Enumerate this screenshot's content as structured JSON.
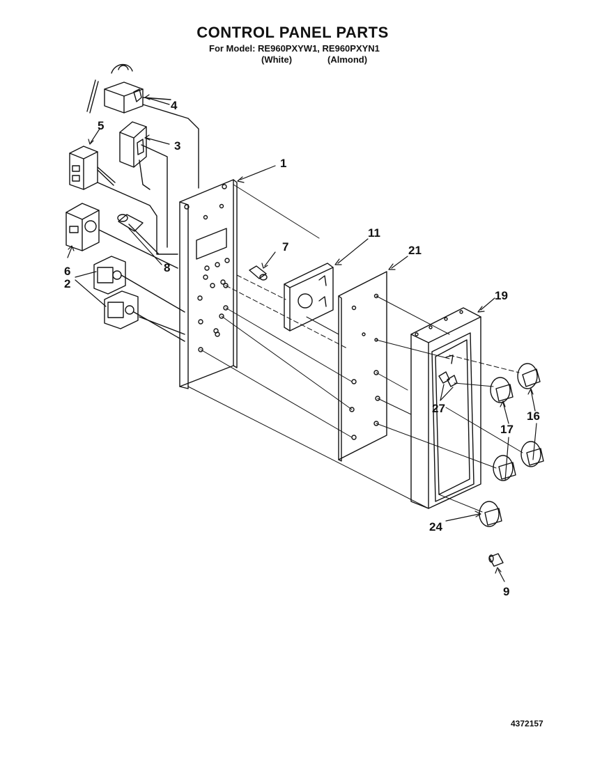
{
  "header": {
    "title": "CONTROL PANEL PARTS",
    "model_line": "For Model: RE960PXYW1, RE960PXYN1",
    "variant_white": "(White)",
    "variant_almond": "(Almond)"
  },
  "callouts": {
    "c1": "1",
    "c2": "2",
    "c3": "3",
    "c4": "4",
    "c5": "5",
    "c6": "6",
    "c7": "7",
    "c8": "8",
    "c9": "9",
    "c11": "11",
    "c16": "16",
    "c17": "17",
    "c19": "19",
    "c21": "21",
    "c24": "24",
    "c27": "27"
  },
  "footer": {
    "doc_number": "4372157"
  }
}
